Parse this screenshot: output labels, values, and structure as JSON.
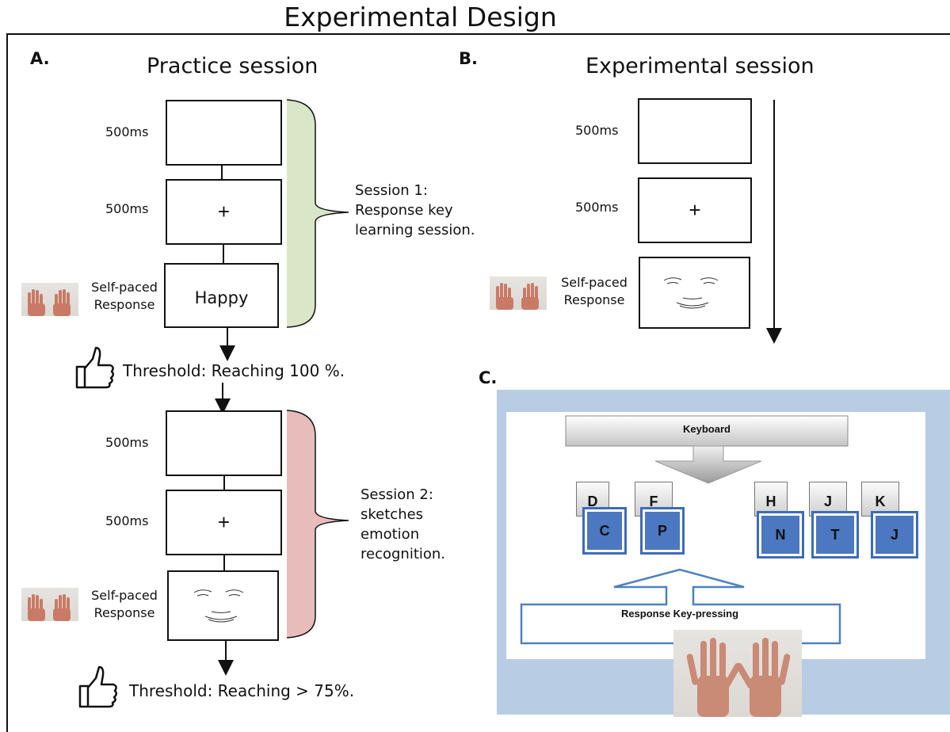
{
  "title": "Experimental Design",
  "panel_a": {
    "letter": "A.",
    "heading": "Practice session",
    "time_1": "500ms",
    "time_2": "500ms",
    "time_3": "500ms",
    "time_4": "500ms",
    "response_1a": "Self-paced",
    "response_1b": "Response",
    "response_2a": "Self-paced",
    "response_2b": "Response",
    "fixation_1": "+",
    "fixation_2": "+",
    "word_stimulus": "Happy",
    "session1": [
      "Session 1:",
      "Response key",
      "learning session."
    ],
    "session2": [
      "Session 2:",
      "sketches",
      "emotion",
      "recognition."
    ],
    "threshold_1": "Threshold:  Reaching 100 %.",
    "threshold_2": "Threshold:  Reaching > 75%.",
    "bracket_colors": {
      "session1": "#d9e6c8",
      "session2": "#e9bcbc"
    }
  },
  "panel_b": {
    "letter": "B.",
    "heading": "Experimental session",
    "time_1": "500ms",
    "time_2": "500ms",
    "fixation": "+",
    "response_a": "Self-paced",
    "response_b": "Response"
  },
  "panel_c": {
    "letter": "C.",
    "keyboard_label": "Keyboard",
    "top_keys": [
      "D",
      "F",
      "H",
      "J",
      "K"
    ],
    "mapped_keys": [
      "C",
      "P",
      "N",
      "T",
      "J"
    ],
    "response_label": "Response Key-pressing",
    "colors": {
      "frame": "#b8cce4",
      "mapped_key": "#4b78c0",
      "arrow_outline": "#4f81bd"
    }
  },
  "icons": [
    "thumbs-up-icon",
    "hands-photo",
    "face-sketch"
  ]
}
